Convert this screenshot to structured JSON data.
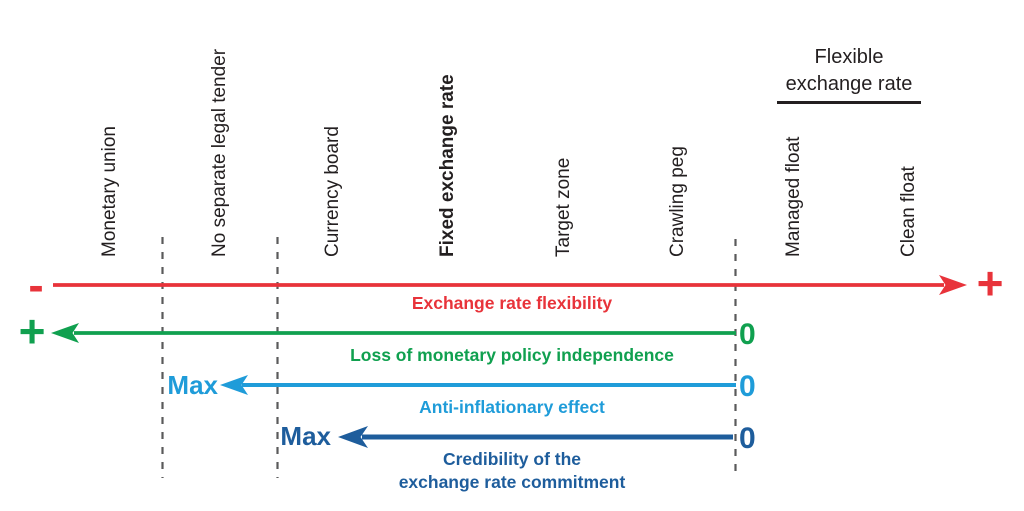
{
  "colors": {
    "red": "#e8333a",
    "green": "#10a04f",
    "light_blue": "#1f9cd9",
    "dark_blue": "#1e5d9c",
    "dash_gray": "#5a5a5b",
    "text": "#231f20"
  },
  "header": {
    "line1": "Flexible",
    "line2": "exchange rate"
  },
  "regime_labels": {
    "monetary_union": "Monetary union",
    "no_separate_legal_tender": "No separate legal tender",
    "currency_board": "Currency board",
    "fixed_exchange_rate": "Fixed exchange rate",
    "target_zone": "Target zone",
    "crawling_peg": "Crawling peg",
    "managed_float": "Managed float",
    "clean_float": "Clean float"
  },
  "arrows": {
    "flexibility": {
      "label": "Exchange rate flexibility",
      "left_end": "-",
      "right_end": "+"
    },
    "monetary_independence": {
      "label": "Loss of monetary policy independence",
      "left_end": "+",
      "right_end": "0"
    },
    "anti_inflation": {
      "label": "Anti-inflationary effect",
      "left_end": "Max",
      "right_end": "0"
    },
    "credibility": {
      "label_line1": "Credibility of the",
      "label_line2": "exchange rate commitment",
      "left_end": "Max",
      "right_end": "0"
    }
  }
}
